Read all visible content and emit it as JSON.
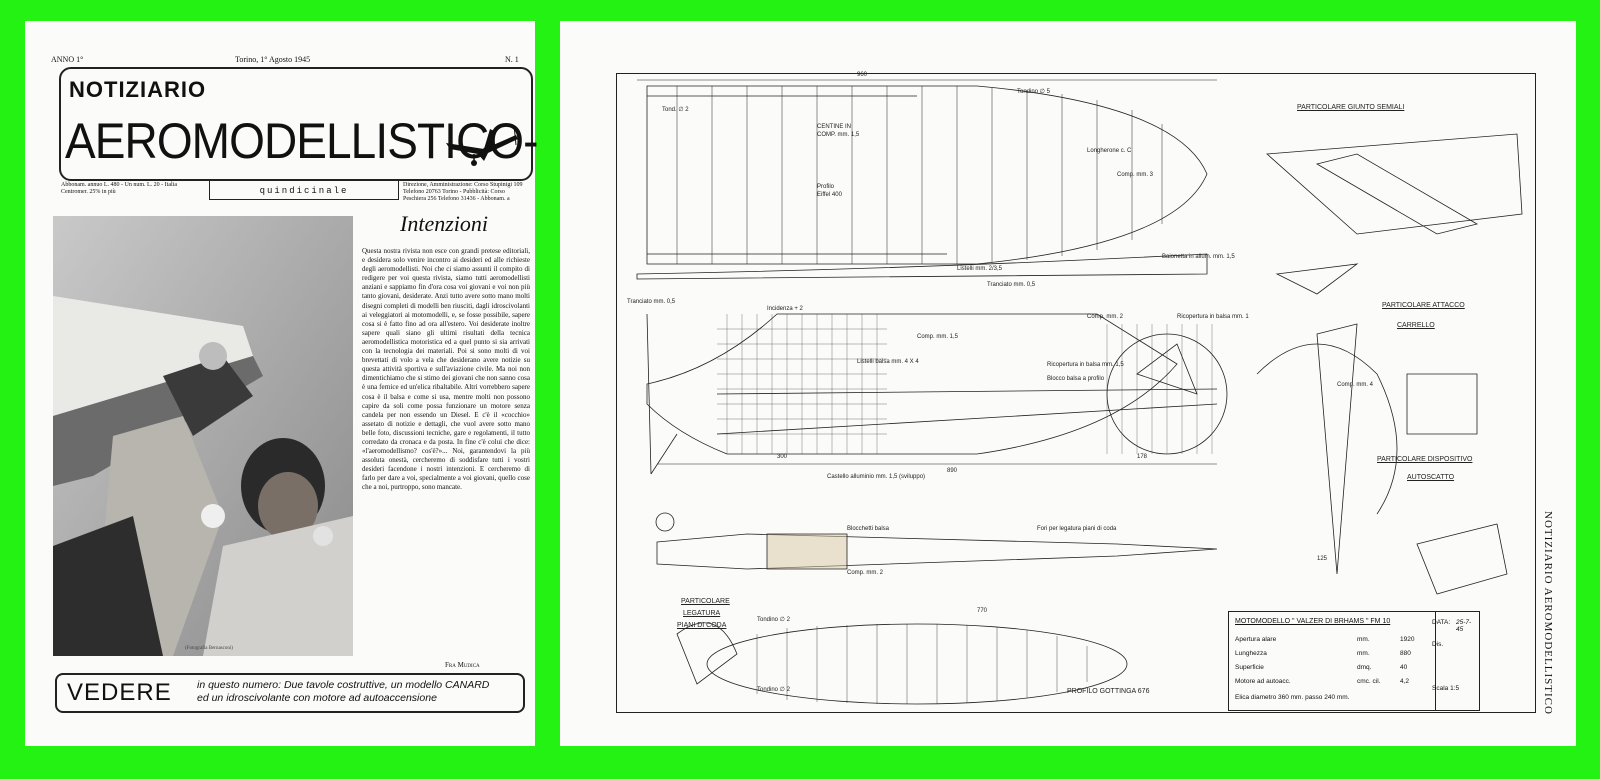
{
  "left_page": {
    "year": "ANNO 1°",
    "dateline": "Torino, 1° Agosto 1945",
    "issue_number": "N. 1",
    "masthead_small": "NOTIZIARIO",
    "masthead_big": "AEROMODELLISTICO-",
    "subscription": "Abbonam. annuo L. 480 - Un num. L. 20 - Italia Centromer. 25% in più",
    "frequency": "quindicinale",
    "editorial_info": "Direzione, Amministrazione: Corso Stupinigi 109 Telefono 20763 Torino - Pubblicità: Corso Peschiera 256 Telefono 31436 - Abbonam. a doppio",
    "photo_credit": "(Fotografia Bernasconi)",
    "article_title": "Intenzioni",
    "article_body": "Questa nostra rivista non esce con grandi pretese editoriali, e desidera solo venire incontro ai desideri ed alle richieste degli aeromodellisti. Noi che ci siamo assunti il compito di redigere per voi questa rivista, siamo tutti aeromodellisti anziani e sappiamo fin d'ora cosa voi giovani e voi non più tanto giovani, desiderate. Anzi tutto avere sotto mano molti disegni completi di modelli ben riusciti, dagli idroscivolanti ai veleggiatori ai motomodelli, e, se fosse possibile, sapere cosa si è fatto fino ad ora all'estero. Voi desiderate inoltre sapere quali siano gli ultimi risultati della tecnica aeromodellistica motoristica ed a quel punto si sia arrivati con la tecnologia dei materiali. Poi si sono molti di voi brevettati di volo a vela che desiderano avere notizie su questa attività sportiva e sull'aviazione civile. Ma noi non dimentichiamo che si stimo dei giovani che non sanno cosa è una fernice ed un'elica ribaltabile. Altri vorrebbero sapere cosa è il balsa e come si usa, mentre molti non possono capire da soli come possa funzionare un motore senza candela per non essendo un Diesel. E c'è il «cocchio» assetato di notizie e dettagli, che vuol avere sotto mano belle foto, discussioni tecniche, gare e regolamenti, il tutto corredato da cronaca e da posta. In fine c'è colui che dice: «l'aeromodellismo? cos'è?»... Noi, garantendovi la più assoluta onestà, cercheremo di soddisfare tutti i vostri desideri facendone i nostri intenzioni. E cercheremo di farlo per dare a voi, specialmente a voi giovani, quello cose che a noi, purtroppo, sono mancate.",
    "article_signature": "Fra Mudica",
    "vedere_word": "VEDERE",
    "vedere_line1": "in questo numero: Due tavole costruttive, un modello CANARD",
    "vedere_line2": "ed un idroscivolante con motore ad autoaccensione"
  },
  "right_page": {
    "vertical_title": "NOTIZIARIO AEROMODELLISTICO",
    "captions": {
      "giunto": "PARTICOLARE GIUNTO SEMIALI",
      "attacco": "PARTICOLARE ATTACCO",
      "carrello": "CARRELLO",
      "dispositivo": "PARTICOLARE DISPOSITIVO",
      "autoscatto": "AUTOSCATTO",
      "legatura": "PARTICOLARE",
      "legatura2": "LEGATURA",
      "piani": "PIANI DI CODA",
      "profilo_gottinga": "PROFILO GOTTINGA 676"
    },
    "labels": {
      "dim_960": "960",
      "tondino_5": "Tondino ∅ 5",
      "tondino_2": "Tond. ∅ 2",
      "centine": "CENTINE IN",
      "centine2": "COMP. mm. 1,5",
      "profilo": "Profilo",
      "eiffel": "Eiffel 400",
      "longherone": "Longherone c. C",
      "comp3": "Comp. mm. 3",
      "listelli": "Listelli mm. 2/3,5",
      "baionetta": "Baionetta in allum. mm. 1,5",
      "tranciato": "Tranciato mm. 0,5",
      "tranciato2": "Tranciato mm. 0,5",
      "incidenza": "Incidenza + 2",
      "comp15": "Comp. mm. 1,5",
      "listelli_balsa": "Listelli balsa mm. 4 X 4",
      "ricopertura": "Ricopertura in balsa mm. 1,5",
      "blocco": "Blocco balsa a profilo",
      "ricopertura2": "Ricopertura in balsa mm. 1",
      "comp4": "Comp. mm. 4",
      "comp2": "Comp. mm. 2",
      "castello": "Castello alluminio mm. 1,5 (sviluppo)",
      "blocchetti": "Blocchetti balsa",
      "comp2b": "Comp. mm. 2",
      "fori": "Fori per legatura piani di coda",
      "dim_890": "890",
      "dim_770": "770",
      "tondino_2b": "Tondino ∅ 2",
      "tondino_2c": "Tondino ∅ 2",
      "dim_300": "300",
      "dim_178": "178",
      "dim_125": "125"
    },
    "spec_table": {
      "title": "MOTOMODELLO \" VALZER DI BRHAMS \" FM 10",
      "rows": [
        {
          "label": "Apertura alare",
          "unit": "mm.",
          "value": "1920"
        },
        {
          "label": "Lunghezza",
          "unit": "mm.",
          "value": "880"
        },
        {
          "label": "Superficie",
          "unit": "dmq.",
          "value": "40"
        },
        {
          "label": "Motore ad autoacc.",
          "unit": "cmc. cil.",
          "value": "4,2"
        }
      ],
      "elica": "Elica diametro 360 mm. passo 240 mm.",
      "data_label": "DATA:",
      "data_value": "25-7-45",
      "dis_label": "Dis.",
      "scala": "Scala  1:5"
    }
  }
}
